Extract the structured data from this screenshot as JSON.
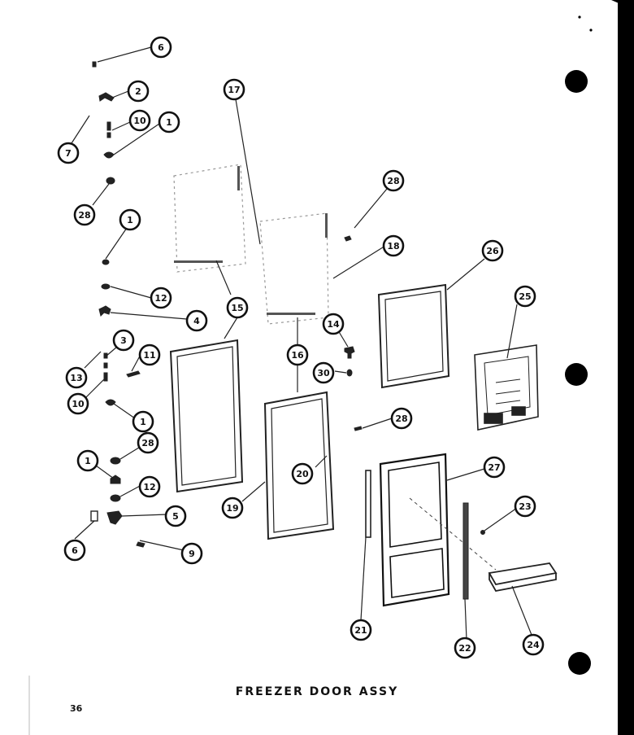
{
  "title": "FREEZER DOOR ASSY",
  "page_number": "36",
  "callouts": [
    "6",
    "2",
    "10",
    "1",
    "7",
    "28",
    "1",
    "12",
    "4",
    "15",
    "3",
    "11",
    "13",
    "10",
    "1",
    "28",
    "1",
    "12",
    "5",
    "6",
    "9",
    "17",
    "28",
    "18",
    "26",
    "14",
    "30",
    "16",
    "25",
    "28",
    "20",
    "19",
    "27",
    "23",
    "21",
    "22",
    "24"
  ]
}
